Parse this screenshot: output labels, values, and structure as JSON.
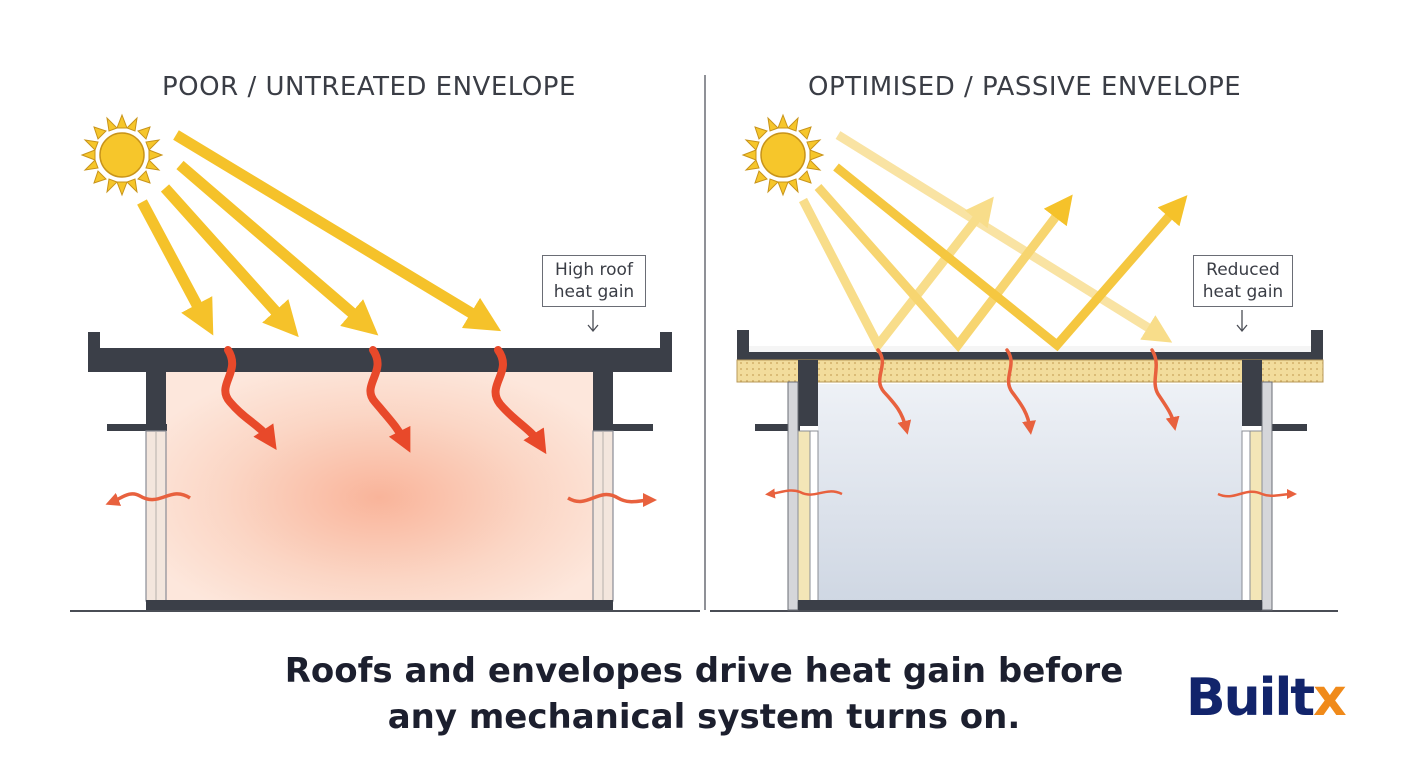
{
  "panels": {
    "left": {
      "title": "POOR / UNTREATED ENVELOPE",
      "callout_line1": "High roof",
      "callout_line2": "heat gain"
    },
    "right": {
      "title": "OPTIMISED / PASSIVE ENVELOPE",
      "callout_line1": "Reduced",
      "callout_line2": "heat gain"
    }
  },
  "caption": {
    "line1": "Roofs and envelopes drive heat gain before",
    "line2": "any mechanical system turns on."
  },
  "logo": {
    "word": "Built",
    "mark": "x"
  },
  "colors": {
    "sun": "#f6c62b",
    "sun_ray": "#f5c22a",
    "heat_arrow": "#e8492a",
    "structure": "#3b3f48",
    "warm_interior": "#fbd9c8",
    "cool_interior": "#dde3ec",
    "insulation": "#f1dd9a",
    "logo_primary": "#12246b",
    "logo_accent": "#f08a1a"
  },
  "icons": [
    "sun-icon",
    "solar-ray-arrow",
    "reflected-ray-arrow",
    "heat-flow-arrow",
    "down-arrow-icon"
  ]
}
